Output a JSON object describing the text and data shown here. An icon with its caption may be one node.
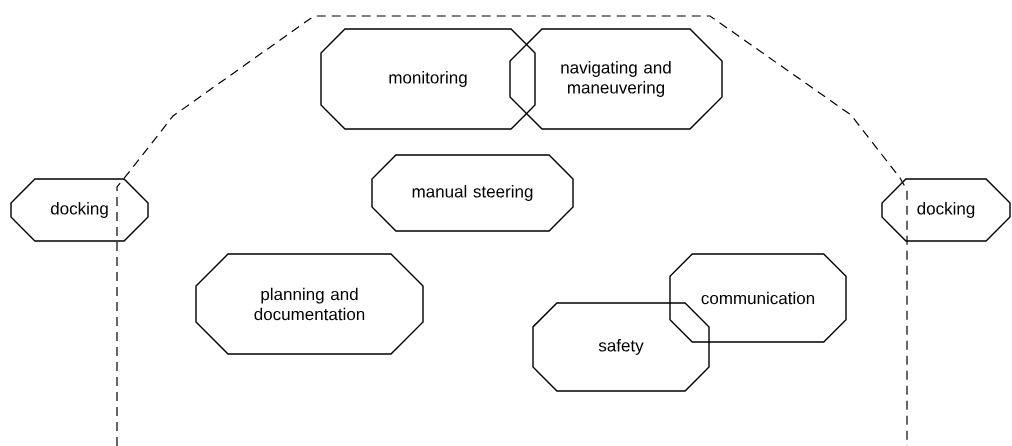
{
  "diagram": {
    "nodes": [
      {
        "text": [
          "monitoring"
        ]
      },
      {
        "text": [
          "navigating and maneuvering"
        ]
      },
      {
        "text": [
          "docking"
        ]
      },
      {
        "text": [
          "manual steering"
        ]
      },
      {
        "text": [
          "docking"
        ]
      },
      {
        "text": [
          "planning and documentation"
        ]
      },
      {
        "text": [
          "communication"
        ]
      },
      {
        "text": [
          "safety"
        ]
      }
    ]
  }
}
